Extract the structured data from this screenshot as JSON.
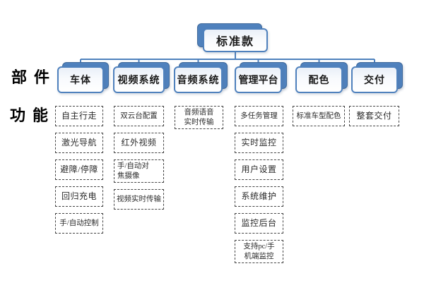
{
  "diagram": {
    "root": {
      "label": "标准款"
    },
    "side_labels": {
      "parts": "部件",
      "functions": "功能"
    },
    "columns": [
      {
        "category": "车体",
        "features": [
          "自主行走",
          "激光导航",
          "避障/停障",
          "回归充电",
          "手/自动控制"
        ]
      },
      {
        "category": "视频系统",
        "features": [
          "双云台配置",
          "红外视频",
          "手/自动对\n焦摄像",
          "视频实时传输"
        ]
      },
      {
        "category": "音频系统",
        "features": [
          "音频语音\n实时传输"
        ]
      },
      {
        "category": "管理平台",
        "features": [
          "多任务管理",
          "实时监控",
          "用户设置",
          "系统维护",
          "监控后台",
          "支持pc/手\n机端监控"
        ]
      },
      {
        "category": "配色",
        "features": [
          "标准车型配色"
        ]
      },
      {
        "category": "交付",
        "features": [
          "整套交付"
        ]
      }
    ],
    "colors": {
      "node_fill": "#4f81bd",
      "node_border": "#4f81bd",
      "connector": "#4f81bd",
      "face_fill": "#eef3fa",
      "dashed_border": "#444444",
      "text": "#1a1a1a"
    }
  }
}
